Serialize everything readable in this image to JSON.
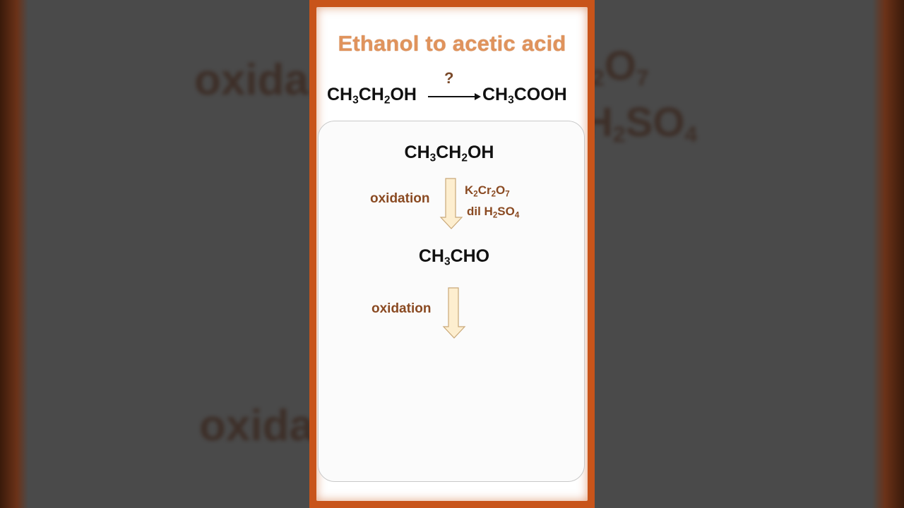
{
  "title": "Ethanol to acetic acid",
  "main_equation": {
    "reactant": {
      "a": "CH",
      "s1": "3",
      "b": "CH",
      "s2": "2",
      "c": "OH"
    },
    "product": {
      "a": "CH",
      "s1": "3",
      "b": "COOH"
    },
    "condition": "?"
  },
  "steps": {
    "species1": {
      "a": "CH",
      "s1": "3",
      "b": "CH",
      "s2": "2",
      "c": "OH"
    },
    "step1_label": "oxidation",
    "reagent1": {
      "a": "K",
      "s1": "2",
      "b": "Cr",
      "s2": "2",
      "c": "O",
      "s3": "7"
    },
    "reagent2": {
      "a": "dil H",
      "s1": "2",
      "b": "SO",
      "s2": "4"
    },
    "species2": {
      "a": "CH",
      "s1": "3",
      "b": "CHO"
    },
    "step2_label": "oxidation"
  },
  "background": {
    "text1": "oxida",
    "text2": "oxida",
    "cr2o7": {
      "s1": "2",
      "a": "O",
      "s2": "7"
    },
    "h2so4": {
      "a": "H",
      "s1": "2",
      "b": "SO",
      "s2": "4"
    }
  },
  "colors": {
    "card_border": "#c8541a",
    "title": "#e0935c",
    "label": "#8a4a22",
    "arrow_fill": "#fdeecf",
    "arrow_stroke": "#c9a878"
  }
}
